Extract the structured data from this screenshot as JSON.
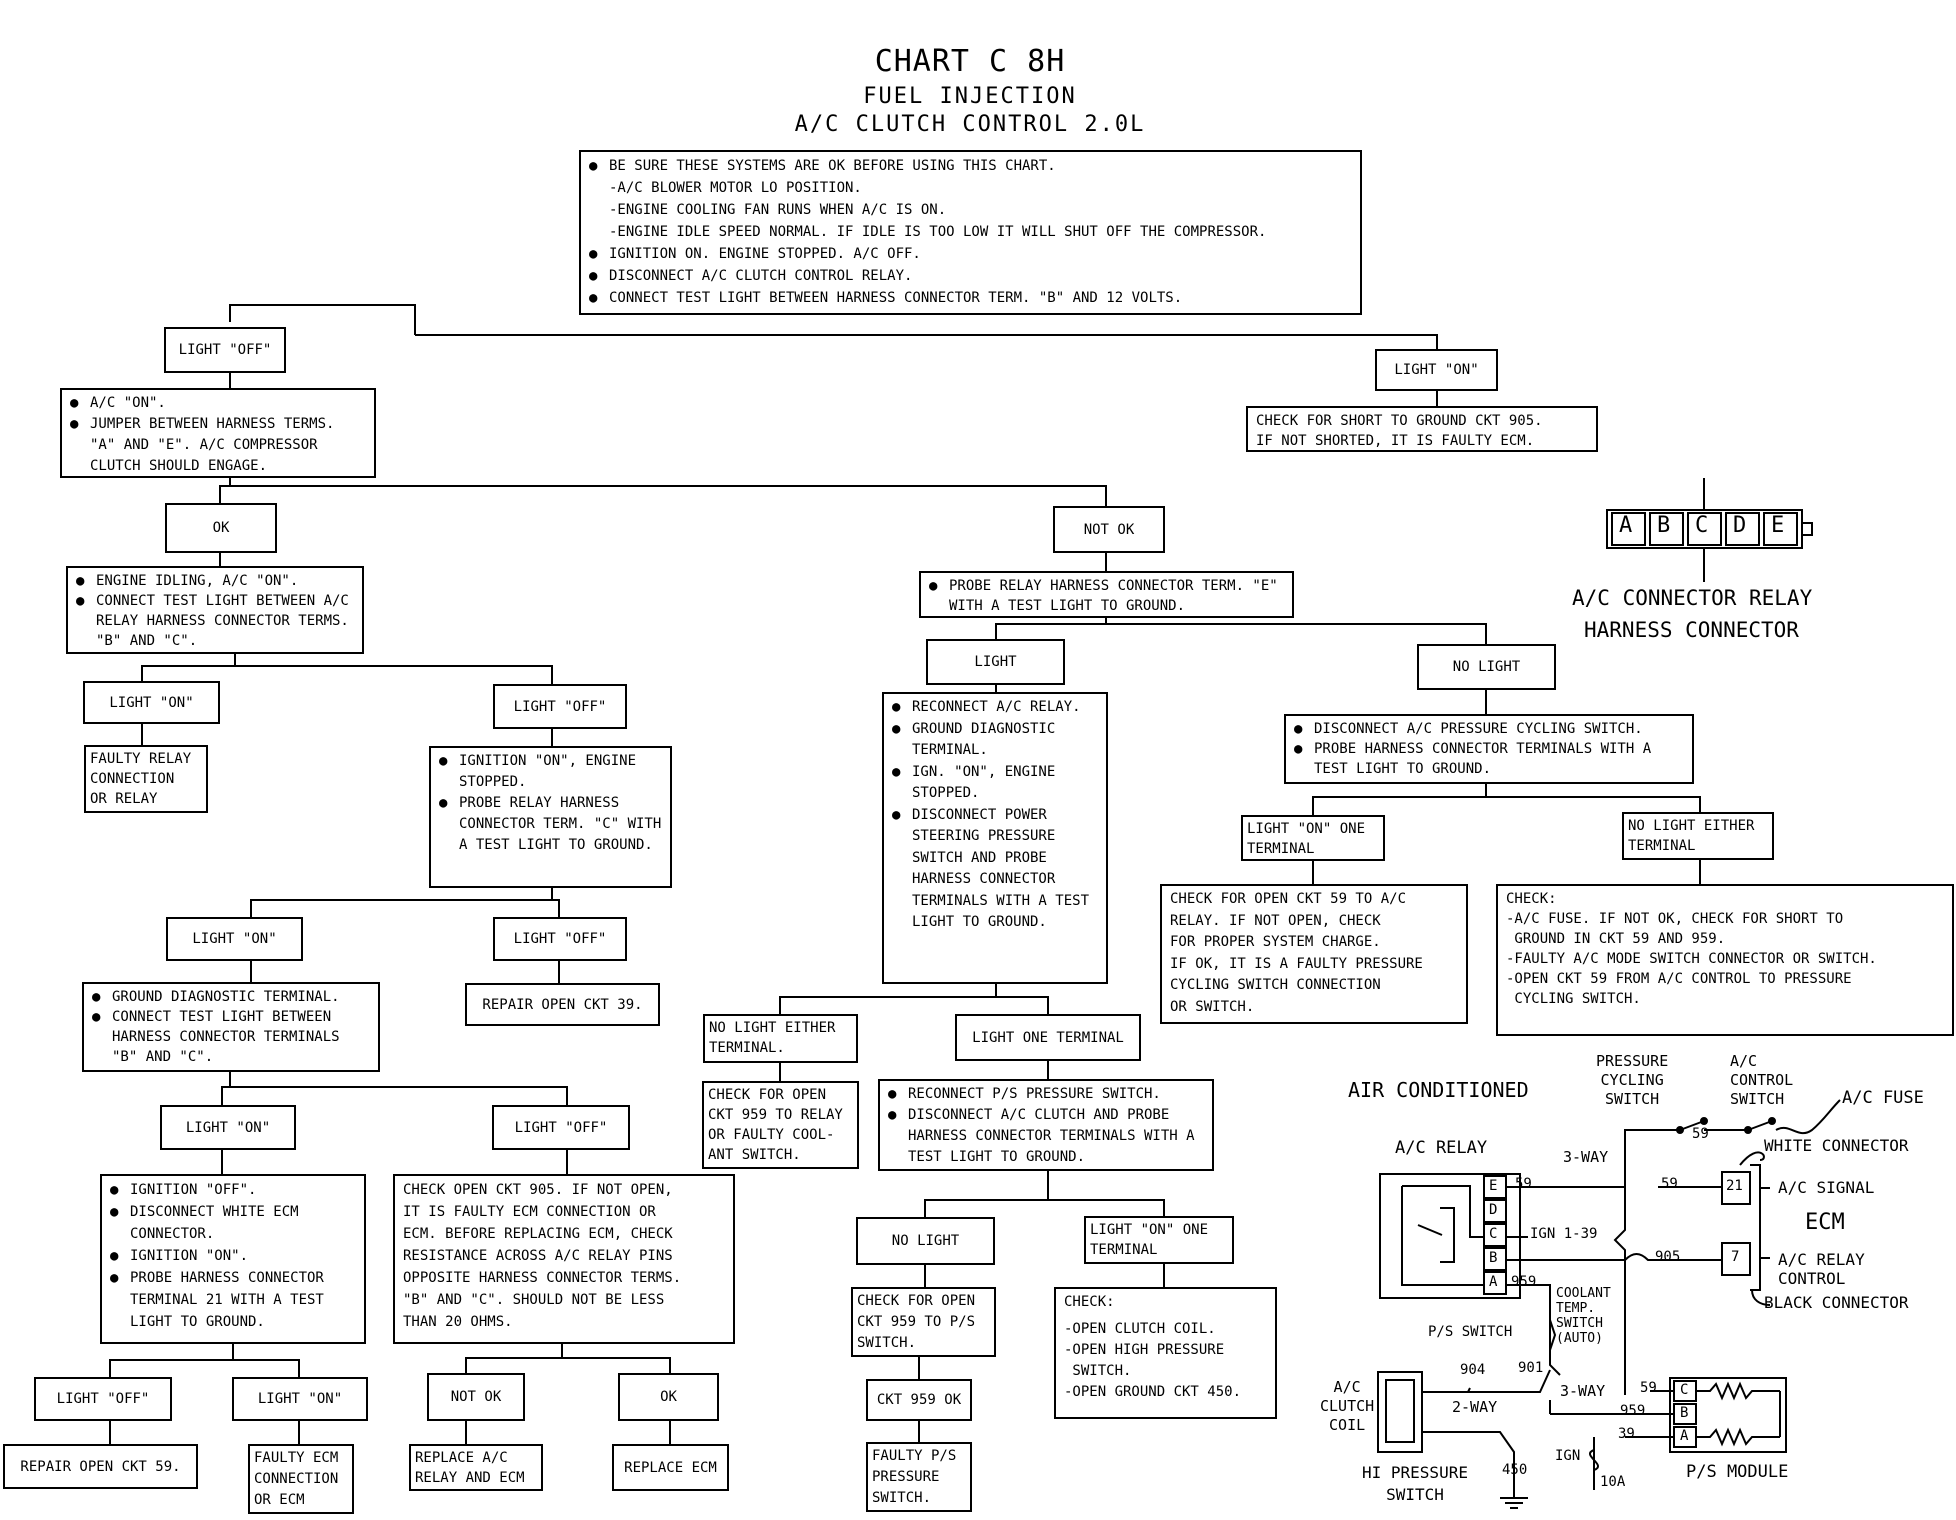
{
  "title": "CHART C 8H",
  "subtitle1": "FUEL INJECTION",
  "subtitle2": "A/C CLUTCH CONTROL 2.0L",
  "intro": {
    "bullets": [
      "BE SURE THESE SYSTEMS ARE OK BEFORE USING THIS CHART.",
      "IGNITION ON. ENGINE STOPPED. A/C OFF.",
      "DISCONNECT A/C CLUTCH CONTROL RELAY.",
      "CONNECT TEST LIGHT BETWEEN HARNESS CONNECTOR TERM. \"B\" AND 12 VOLTS."
    ],
    "sub": [
      "-A/C BLOWER MOTOR LO POSITION.",
      "-ENGINE COOLING FAN RUNS WHEN A/C IS ON.",
      "-ENGINE IDLE SPEED NORMAL. IF IDLE IS TOO LOW IT WILL SHUT OFF THE COMPRESSOR."
    ]
  },
  "nodes": {
    "light_off_1": "LIGHT \"OFF\"",
    "light_on_1": "LIGHT \"ON\"",
    "check_short_905": [
      "CHECK FOR SHORT TO GROUND CKT 905.",
      "IF NOT SHORTED, IT IS FAULTY ECM."
    ],
    "ac_on_jumper": [
      "A/C \"ON\".",
      "JUMPER BETWEEN HARNESS TERMS. \"A\" AND \"E\". A/C COMPRESSOR CLUTCH SHOULD ENGAGE."
    ],
    "ok": "OK",
    "not_ok": "NOT OK",
    "engine_idling": [
      "ENGINE IDLING, A/C \"ON\".",
      "CONNECT TEST LIGHT BETWEEN A/C RELAY HARNESS CONNECTOR TERMS. \"B\" AND \"C\"."
    ],
    "probe_relay_e": "PROBE RELAY HARNESS CONNECTOR TERM. \"E\" WITH A TEST LIGHT TO GROUND.",
    "light_on_2": "LIGHT \"ON\"",
    "light_off_2": "LIGHT \"OFF\"",
    "faulty_relay": [
      "FAULTY RELAY",
      "CONNECTION",
      "OR RELAY"
    ],
    "ign_on_probe_c": [
      "IGNITION \"ON\", ENGINE STOPPED.",
      "PROBE RELAY HARNESS CONNECTOR TERM. \"C\" WITH A TEST LIGHT TO GROUND."
    ],
    "light_on_3": "LIGHT \"ON\"",
    "light_off_3": "LIGHT \"OFF\"",
    "repair_39": "REPAIR OPEN CKT 39.",
    "ground_diag": [
      "GROUND DIAGNOSTIC TERMINAL.",
      "CONNECT TEST LIGHT BETWEEN HARNESS CONNECTOR TERMINALS \"B\" AND \"C\"."
    ],
    "light_on_4": "LIGHT \"ON\"",
    "light_off_4": "LIGHT \"OFF\"",
    "ign_off_white": [
      "IGNITION \"OFF\".",
      "DISCONNECT WHITE ECM CONNECTOR.",
      "IGNITION \"ON\".",
      "PROBE HARNESS CONNECTOR TERMINAL 21 WITH A TEST LIGHT TO GROUND."
    ],
    "check_open_905": [
      "CHECK OPEN CKT 905. IF NOT OPEN,",
      "IT IS FAULTY ECM CONNECTION OR",
      "ECM. BEFORE REPLACING ECM, CHECK",
      "RESISTANCE ACROSS A/C RELAY PINS",
      "OPPOSITE HARNESS CONNECTOR TERMS.",
      "\"B\" AND \"C\". SHOULD NOT BE LESS",
      "THAN 20 OHMS."
    ],
    "light_off_5": "LIGHT \"OFF\"",
    "light_on_5": "LIGHT \"ON\"",
    "not_ok_2": "NOT OK",
    "ok_2": "OK",
    "repair_59": "REPAIR OPEN CKT 59.",
    "faulty_ecm_conn": [
      "FAULTY ECM",
      "CONNECTION",
      "OR ECM"
    ],
    "replace_relay_ecm": [
      "REPLACE A/C",
      "RELAY AND ECM"
    ],
    "replace_ecm": "REPLACE ECM",
    "light": "LIGHT",
    "no_light": "NO LIGHT",
    "reconnect_relay": [
      "RECONNECT A/C RELAY.",
      "GROUND DIAGNOSTIC TERMINAL.",
      "IGN. \"ON\", ENGINE STOPPED.",
      "DISCONNECT POWER STEERING PRESSURE SWITCH AND PROBE HARNESS CONNECTOR TERMINALS WITH A TEST LIGHT TO GROUND."
    ],
    "disconnect_cycling": [
      "DISCONNECT A/C PRESSURE CYCLING SWITCH.",
      "PROBE HARNESS CONNECTOR TERMINALS WITH A TEST LIGHT TO GROUND."
    ],
    "light_on_one_term": [
      "LIGHT \"ON\" ONE",
      "TERMINAL"
    ],
    "no_light_either": [
      "NO LIGHT EITHER",
      "TERMINAL"
    ],
    "check_open_59": [
      "CHECK FOR OPEN CKT 59 TO A/C",
      "RELAY. IF NOT OPEN, CHECK",
      "FOR PROPER SYSTEM CHARGE.",
      "IF OK, IT IS A FAULTY PRESSURE",
      "CYCLING SWITCH CONNECTION",
      "OR SWITCH."
    ],
    "check_fuse": [
      "CHECK:",
      "",
      "-A/C FUSE. IF NOT OK, CHECK FOR SHORT TO",
      " GROUND IN CKT 59 AND 959.",
      "-FAULTY A/C MODE SWITCH CONNECTOR OR SWITCH.",
      "-OPEN CKT 59 FROM A/C CONTROL TO PRESSURE",
      " CYCLING SWITCH."
    ],
    "no_light_either_2": [
      "NO LIGHT EITHER",
      "TERMINAL."
    ],
    "light_one_terminal": "LIGHT ONE TERMINAL",
    "check_open_959_relay": [
      "CHECK FOR OPEN",
      "CKT 959 TO RELAY",
      "OR FAULTY COOL-",
      "ANT SWITCH."
    ],
    "reconnect_ps": [
      "RECONNECT P/S PRESSURE SWITCH.",
      "DISCONNECT A/C CLUTCH AND PROBE HARNESS CONNECTOR TERMINALS WITH A TEST LIGHT TO GROUND."
    ],
    "no_light_3": "NO LIGHT",
    "light_on_one_term_2": [
      "LIGHT \"ON\" ONE",
      "TERMINAL"
    ],
    "check_open_959_ps": [
      "CHECK FOR OPEN",
      "CKT 959 TO P/S",
      "SWITCH."
    ],
    "check_clutch": [
      "CHECK:",
      "",
      "-OPEN CLUTCH COIL.",
      "-OPEN HIGH PRESSURE",
      " SWITCH.",
      "-OPEN GROUND CKT 450."
    ],
    "ckt_959_ok": "CKT 959 OK",
    "faulty_ps": [
      "FAULTY P/S",
      "PRESSURE",
      "SWITCH."
    ]
  },
  "connector": {
    "pins": [
      "A",
      "B",
      "C",
      "D",
      "E"
    ],
    "label1": "A/C CONNECTOR RELAY",
    "label2": "HARNESS CONNECTOR"
  },
  "schematic": {
    "air_conditioned": "AIR CONDITIONED",
    "pressure_cycling_switch": [
      "PRESSURE",
      "CYCLING",
      "SWITCH"
    ],
    "ac_control_switch": [
      "A/C",
      "CONTROL",
      "SWITCH"
    ],
    "ac_fuse": "A/C FUSE",
    "ac_relay": "A/C RELAY",
    "three_way": "3-WAY",
    "three_way_2": "3-WAY",
    "two_way": "2-WAY",
    "white_connector": "WHITE CONNECTOR",
    "black_connector": "BLACK CONNECTOR",
    "ac_signal": "A/C SIGNAL",
    "ecm": "ECM",
    "ac_relay_control": [
      "A/C RELAY",
      "CONTROL"
    ],
    "relay_pins": [
      "E",
      "D",
      "C",
      "B",
      "A"
    ],
    "ign_1_39": "IGN 1-39",
    "coolant_temp": [
      "COOLANT",
      "TEMP.",
      "SWITCH",
      "(AUTO)"
    ],
    "ps_switch": "P/S SWITCH",
    "ac_clutch_coil": [
      "A/C",
      "CLUTCH",
      "COIL"
    ],
    "hi_pressure_switch": [
      "HI PRESSURE",
      "SWITCH"
    ],
    "ps_module": "P/S MODULE",
    "ign": "IGN",
    "fuse_10a": "10A",
    "ecm_pins": [
      "21",
      "7"
    ],
    "module_pins": [
      "C",
      "B",
      "A"
    ],
    "wires": {
      "w59a": "59",
      "w59b": "59",
      "w59c": "59",
      "w59d": "59",
      "w959a": "959",
      "w959b": "959",
      "w905": "905",
      "w904": "904",
      "w901": "901",
      "w39": "39",
      "w450": "450"
    }
  }
}
